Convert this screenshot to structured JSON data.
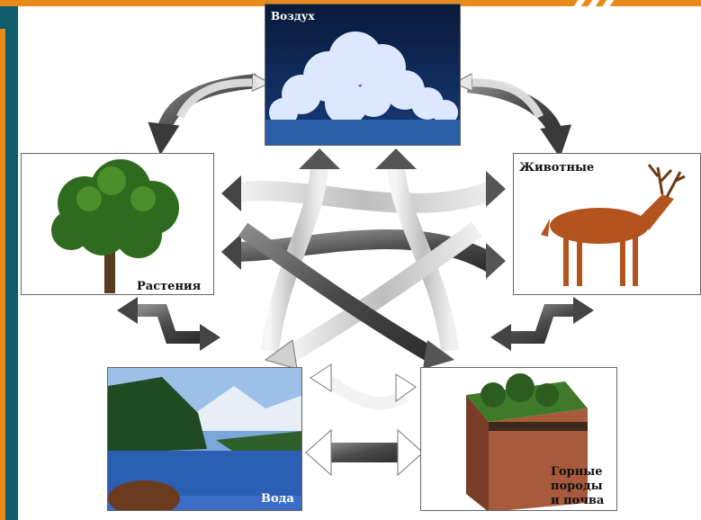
{
  "labels": {
    "air": "Воздух",
    "plants": "Растения",
    "animals": "Животные",
    "water": "Вода",
    "rocks_line1": "Горные",
    "rocks_line2": "породы",
    "rocks_line3": "и почва"
  },
  "colors": {
    "accent_orange": "#e88a1a",
    "accent_teal": "#0e5c6b",
    "arrow_dark": "#555555",
    "arrow_light": "#d9d9d9"
  }
}
